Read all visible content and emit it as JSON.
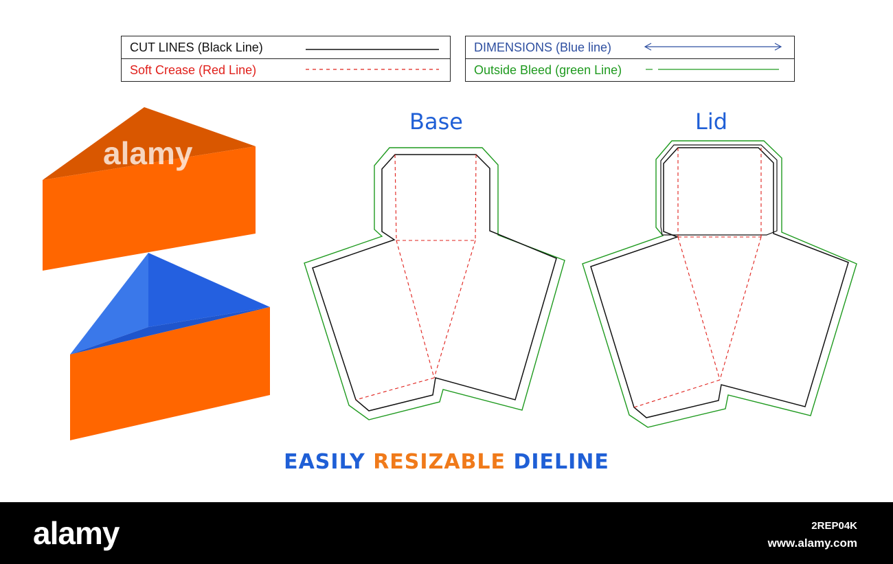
{
  "legend_left": {
    "rows": [
      {
        "label": "CUT LINES (Black Line)",
        "color": "#111111",
        "style": "solid"
      },
      {
        "label": "Soft Crease (Red Line)",
        "color": "#e0201b",
        "style": "dashed"
      }
    ]
  },
  "legend_right": {
    "rows": [
      {
        "label": "DIMENSIONS (Blue line)",
        "color": "#2e4fa0",
        "style": "arrow"
      },
      {
        "label": "Outside Bleed (green Line)",
        "color": "#1f9a1f",
        "style": "solid"
      }
    ]
  },
  "dielines": {
    "base_title": "Base",
    "lid_title": "Lid"
  },
  "tagline": {
    "word1": "EASILY",
    "word2": "RESIZABLE",
    "word3": "DIELINE",
    "color1": "#1f5fd6",
    "color2": "#f07a1a",
    "color3": "#1f5fd6"
  },
  "colors": {
    "orange": "#ff6600",
    "orange_top": "#d95700",
    "blue": "#2460e0",
    "blue_light": "#3a78ea",
    "cut": "#111111",
    "crease": "#e0201b",
    "bleed": "#1f9a1f"
  },
  "watermark": "alamy",
  "footer": {
    "brand": "alamy",
    "image_id": "2REP04K",
    "url": "www.alamy.com"
  }
}
